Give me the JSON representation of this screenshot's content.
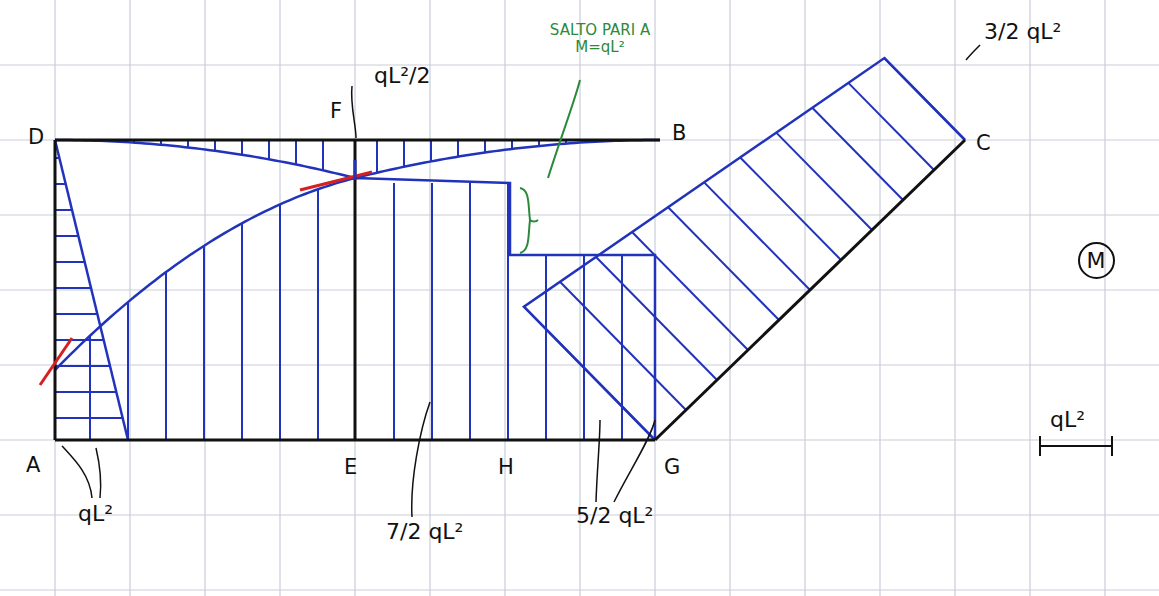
{
  "diagram": {
    "nodes": [
      {
        "text": [
          "M"
        ]
      }
    ],
    "labels": [
      "D",
      "F",
      "B",
      "C",
      "A",
      "E",
      "H",
      "G",
      "qL²/2",
      "SALTO PARI A M=qL²",
      "3/2 qL²",
      "qL²",
      "qL²",
      "7/2 qL²",
      "5/2 qL²"
    ]
  }
}
